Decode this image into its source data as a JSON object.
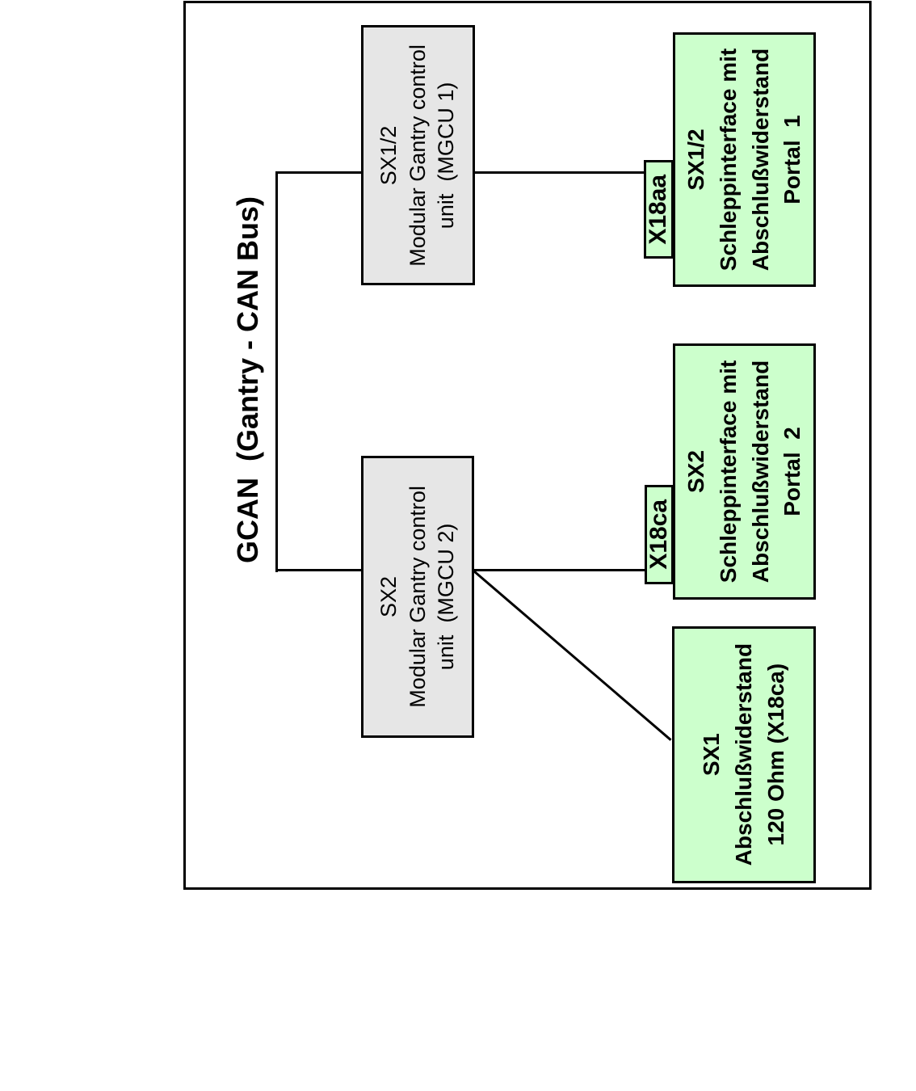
{
  "title": "GCAN  (Gantry - CAN Bus)",
  "nodes": {
    "mgcu1": {
      "label": "SX1/2\nModular Gantry control\nunit  (MGCU 1)"
    },
    "mgcu2": {
      "label": "SX2\nModular Gantry control\nunit  (MGCU 2)"
    },
    "portal1": {
      "connector": "X18aa",
      "label": "SX1/2\nSchleppinterface mit\nAbschlußwiderstand\nPortal  1"
    },
    "portal2": {
      "connector": "X18ca",
      "label": "SX2\nSchleppinterface mit\nAbschlußwiderstand\nPortal  2"
    },
    "terminator": {
      "label": "SX1\nAbschlußwiderstand\n120 Ohm (X18ca)"
    }
  },
  "colors": {
    "node_fill_green": "#ccffcc",
    "node_fill_gray": "#e6e6e6",
    "line_and_text": "#000000",
    "background": "#ffffff"
  }
}
